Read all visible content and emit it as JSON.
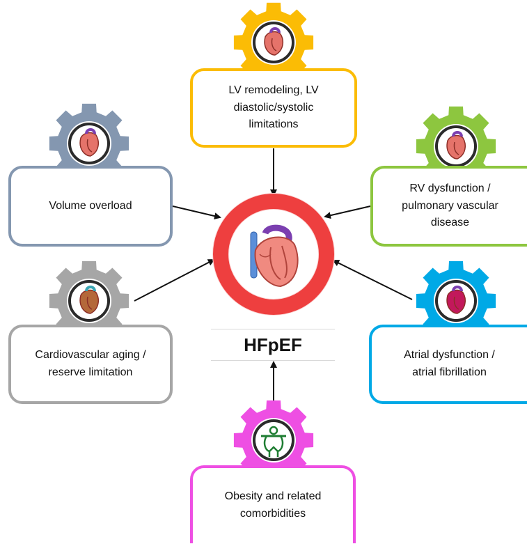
{
  "center": {
    "label": "HFpEF",
    "ring_color": "#ee3f3f",
    "icon": "heart-icon"
  },
  "factors": [
    {
      "id": "lv",
      "label": "LV remodeling, LV\ndiastolic/systolic\nlimitations",
      "color": "#fbbc05",
      "icon": "heart-valve-icon"
    },
    {
      "id": "volume",
      "label": "Volume overload",
      "color": "#8497b0",
      "icon": "enlarged-heart-icon"
    },
    {
      "id": "rv",
      "label": "RV dysfunction /\npulmonary vascular\ndisease",
      "color": "#8dc63f",
      "icon": "heart-cross-section-icon"
    },
    {
      "id": "aging",
      "label": "Cardiovascular aging /\nreserve limitation",
      "color": "#a6a6a6",
      "icon": "aged-heart-icon"
    },
    {
      "id": "atrial",
      "label": "Atrial dysfunction /\natrial fibrillation",
      "color": "#00a9e6",
      "icon": "atria-icon"
    },
    {
      "id": "obesity",
      "label": "Obesity and related\ncomorbidities",
      "color": "#ee4fe3",
      "icon": "obese-person-icon"
    }
  ]
}
